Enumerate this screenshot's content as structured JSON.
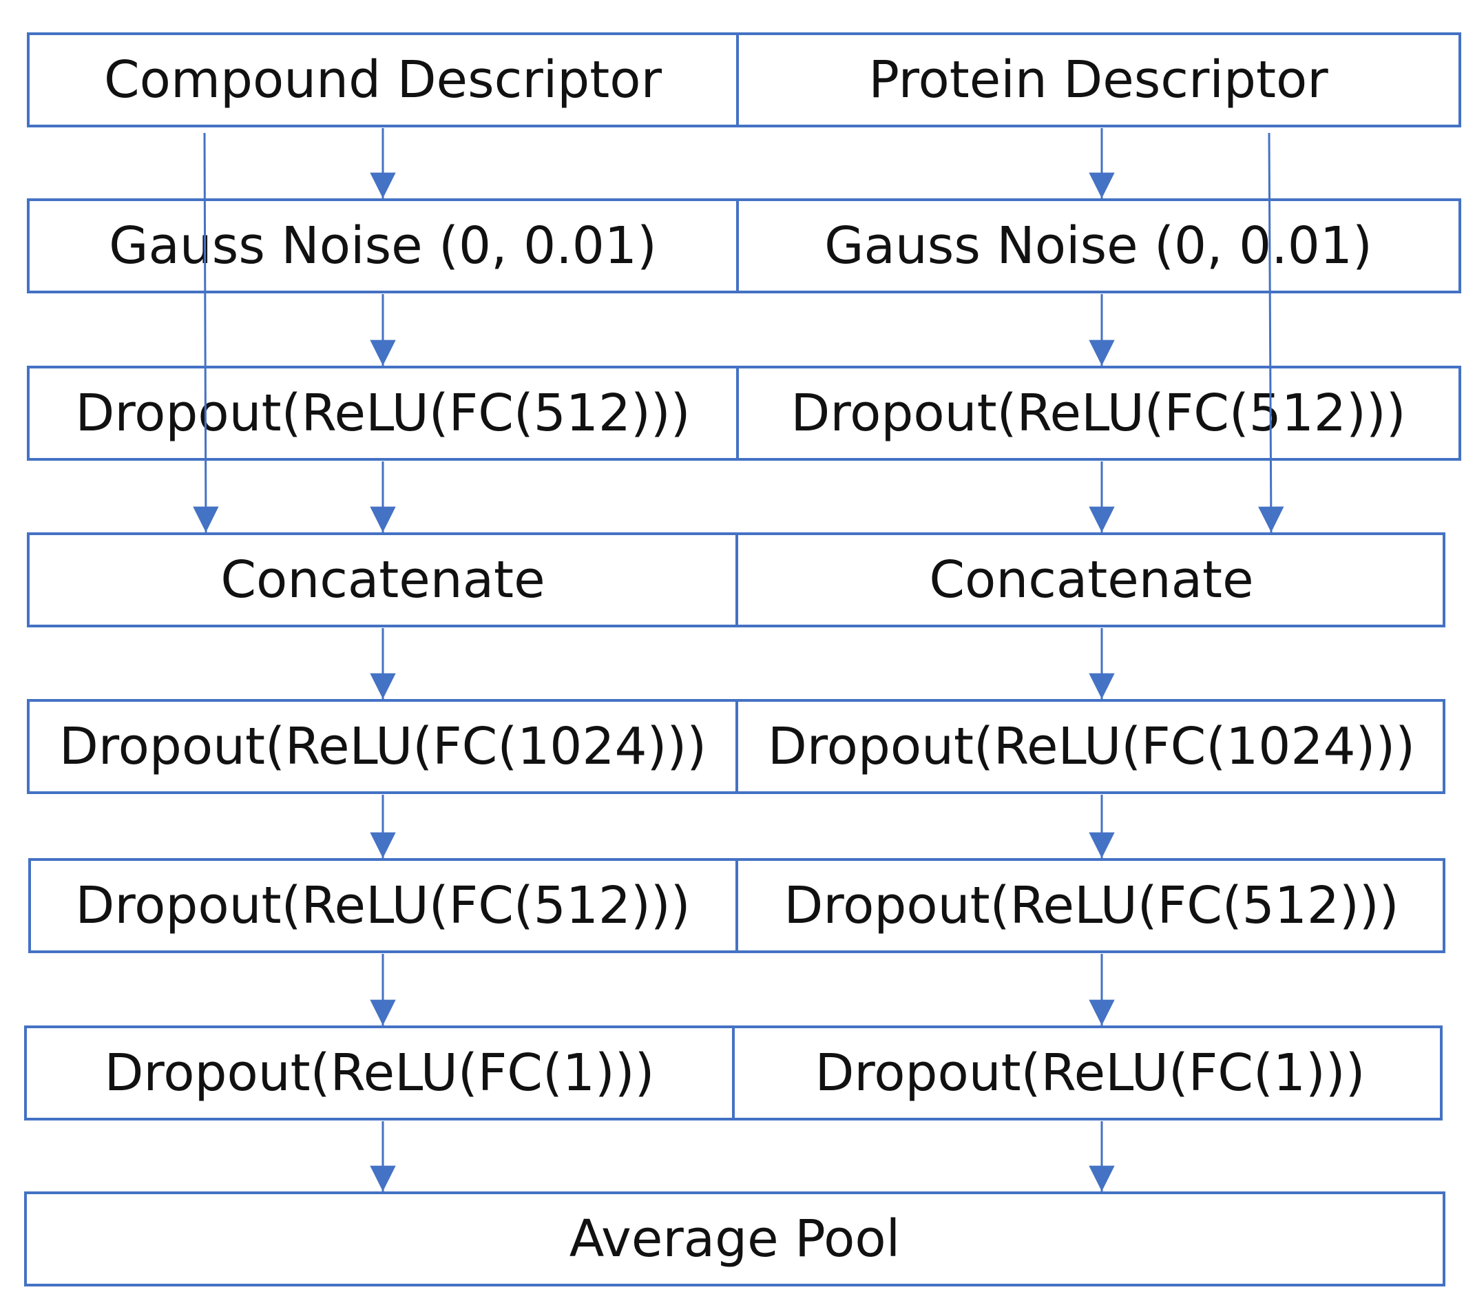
{
  "colors": {
    "stroke": "#4472C4",
    "text": "#111111",
    "background": "#ffffff"
  },
  "compound": {
    "descriptor": "Compound Descriptor",
    "noise": "Gauss Noise (0, 0.01)",
    "fc512_a": "Dropout(ReLU(FC(512)))",
    "concat": "Concatenate",
    "fc1024": "Dropout(ReLU(FC(1024)))",
    "fc512_b": "Dropout(ReLU(FC(512)))",
    "fc1": "Dropout(ReLU(FC(1)))"
  },
  "protein": {
    "descriptor": "Protein Descriptor",
    "noise": "Gauss Noise (0, 0.01)",
    "fc512_a": "Dropout(ReLU(FC(512)))",
    "concat": "Concatenate",
    "fc1024": "Dropout(ReLU(FC(1024)))",
    "fc512_b": "Dropout(ReLU(FC(512)))",
    "fc1": "Dropout(ReLU(FC(1)))"
  },
  "output": {
    "pool": "Average Pool"
  }
}
